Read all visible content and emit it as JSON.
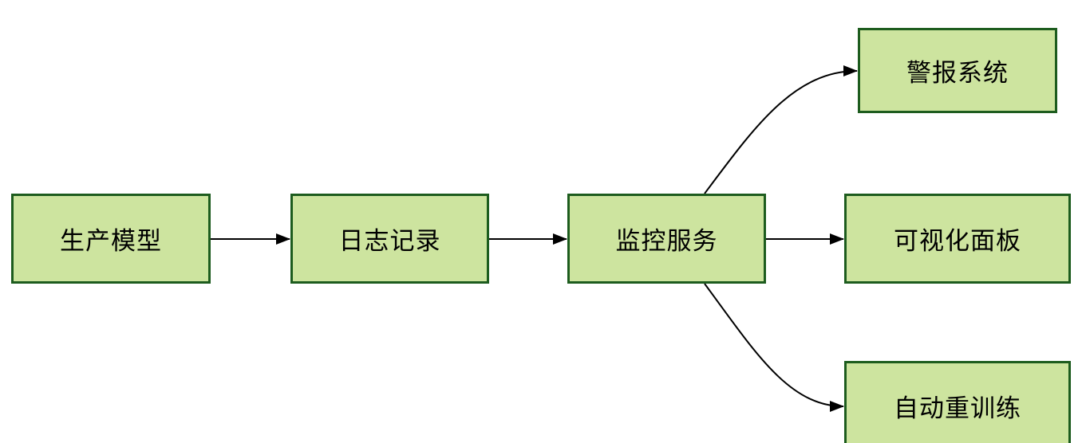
{
  "diagram": {
    "type": "flowchart",
    "direction": "left-to-right",
    "nodes": [
      {
        "id": "production-model",
        "label": "生产模型"
      },
      {
        "id": "logging",
        "label": "日志记录"
      },
      {
        "id": "monitoring-service",
        "label": "监控服务"
      },
      {
        "id": "alert-system",
        "label": "警报系统"
      },
      {
        "id": "visualization-panel",
        "label": "可视化面板"
      },
      {
        "id": "auto-retraining",
        "label": "自动重训练"
      }
    ],
    "edges": [
      {
        "from": "生产模型",
        "to": "日志记录",
        "style": "straight-arrow"
      },
      {
        "from": "日志记录",
        "to": "监控服务",
        "style": "straight-arrow"
      },
      {
        "from": "监控服务",
        "to": "可视化面板",
        "style": "straight-arrow"
      },
      {
        "from": "监控服务",
        "to": "警报系统",
        "style": "curved-arrow-up"
      },
      {
        "from": "监控服务",
        "to": "自动重训练",
        "style": "curved-arrow-down"
      }
    ],
    "colors": {
      "node_fill": "#cde49f",
      "node_border": "#1d5c1e",
      "arrow": "#000000",
      "background": "#ffffff",
      "text": "#000000"
    }
  }
}
